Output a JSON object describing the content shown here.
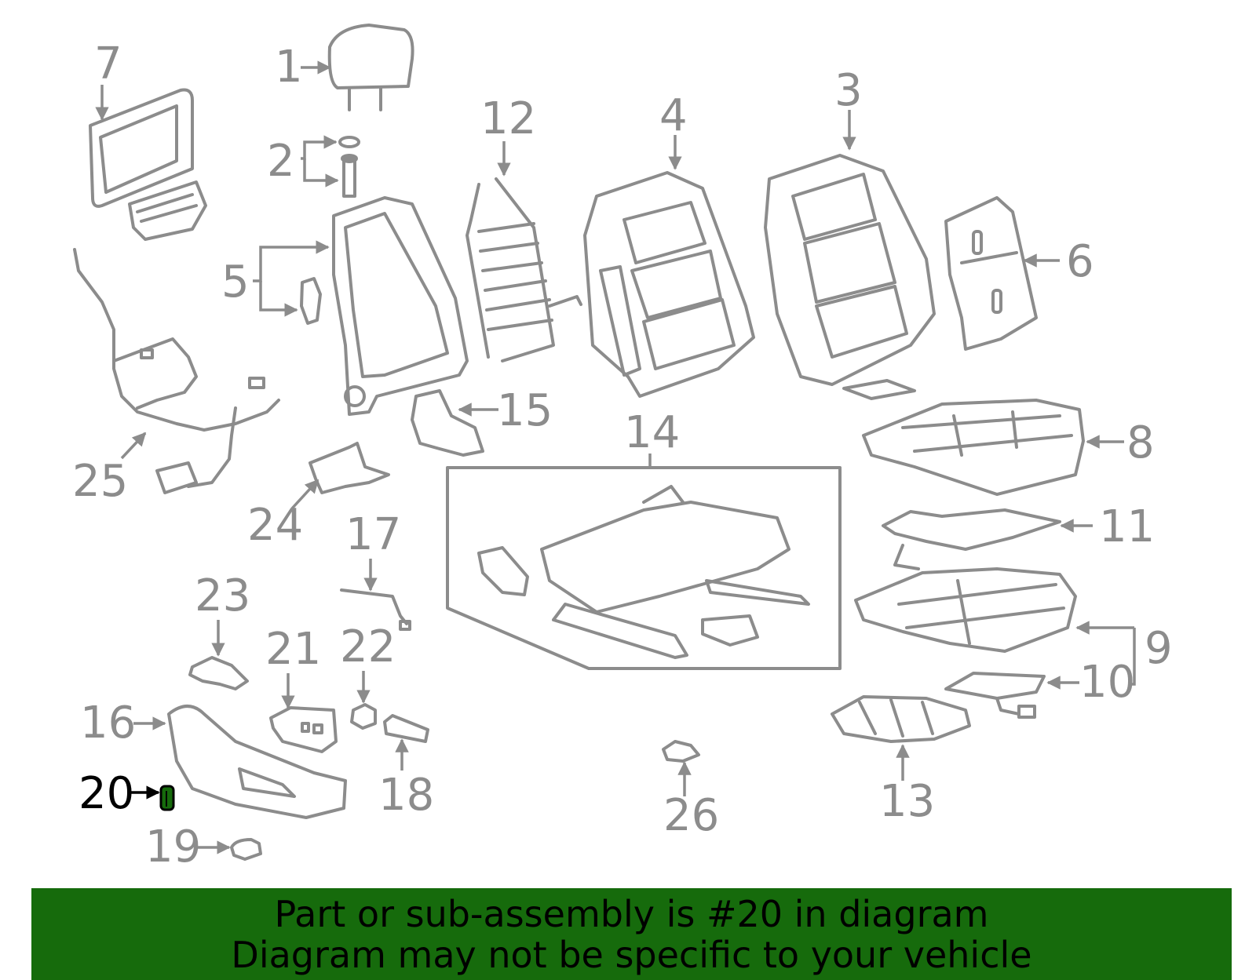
{
  "diagram": {
    "highlight_color": "#166b0c",
    "highlighted_part": "20",
    "callouts": {
      "c1": "1",
      "c2": "2",
      "c3": "3",
      "c4": "4",
      "c5": "5",
      "c6": "6",
      "c7": "7",
      "c8": "8",
      "c9": "9",
      "c10": "10",
      "c11": "11",
      "c12": "12",
      "c13": "13",
      "c14": "14",
      "c15": "15",
      "c16": "16",
      "c17": "17",
      "c18": "18",
      "c19": "19",
      "c20": "20",
      "c21": "21",
      "c22": "22",
      "c23": "23",
      "c24": "24",
      "c25": "25",
      "c26": "26"
    }
  },
  "banner": {
    "line1": "Part or sub-assembly is #20 in diagram",
    "line2": "Diagram may not be specific to your vehicle",
    "background": "#166b0c"
  }
}
